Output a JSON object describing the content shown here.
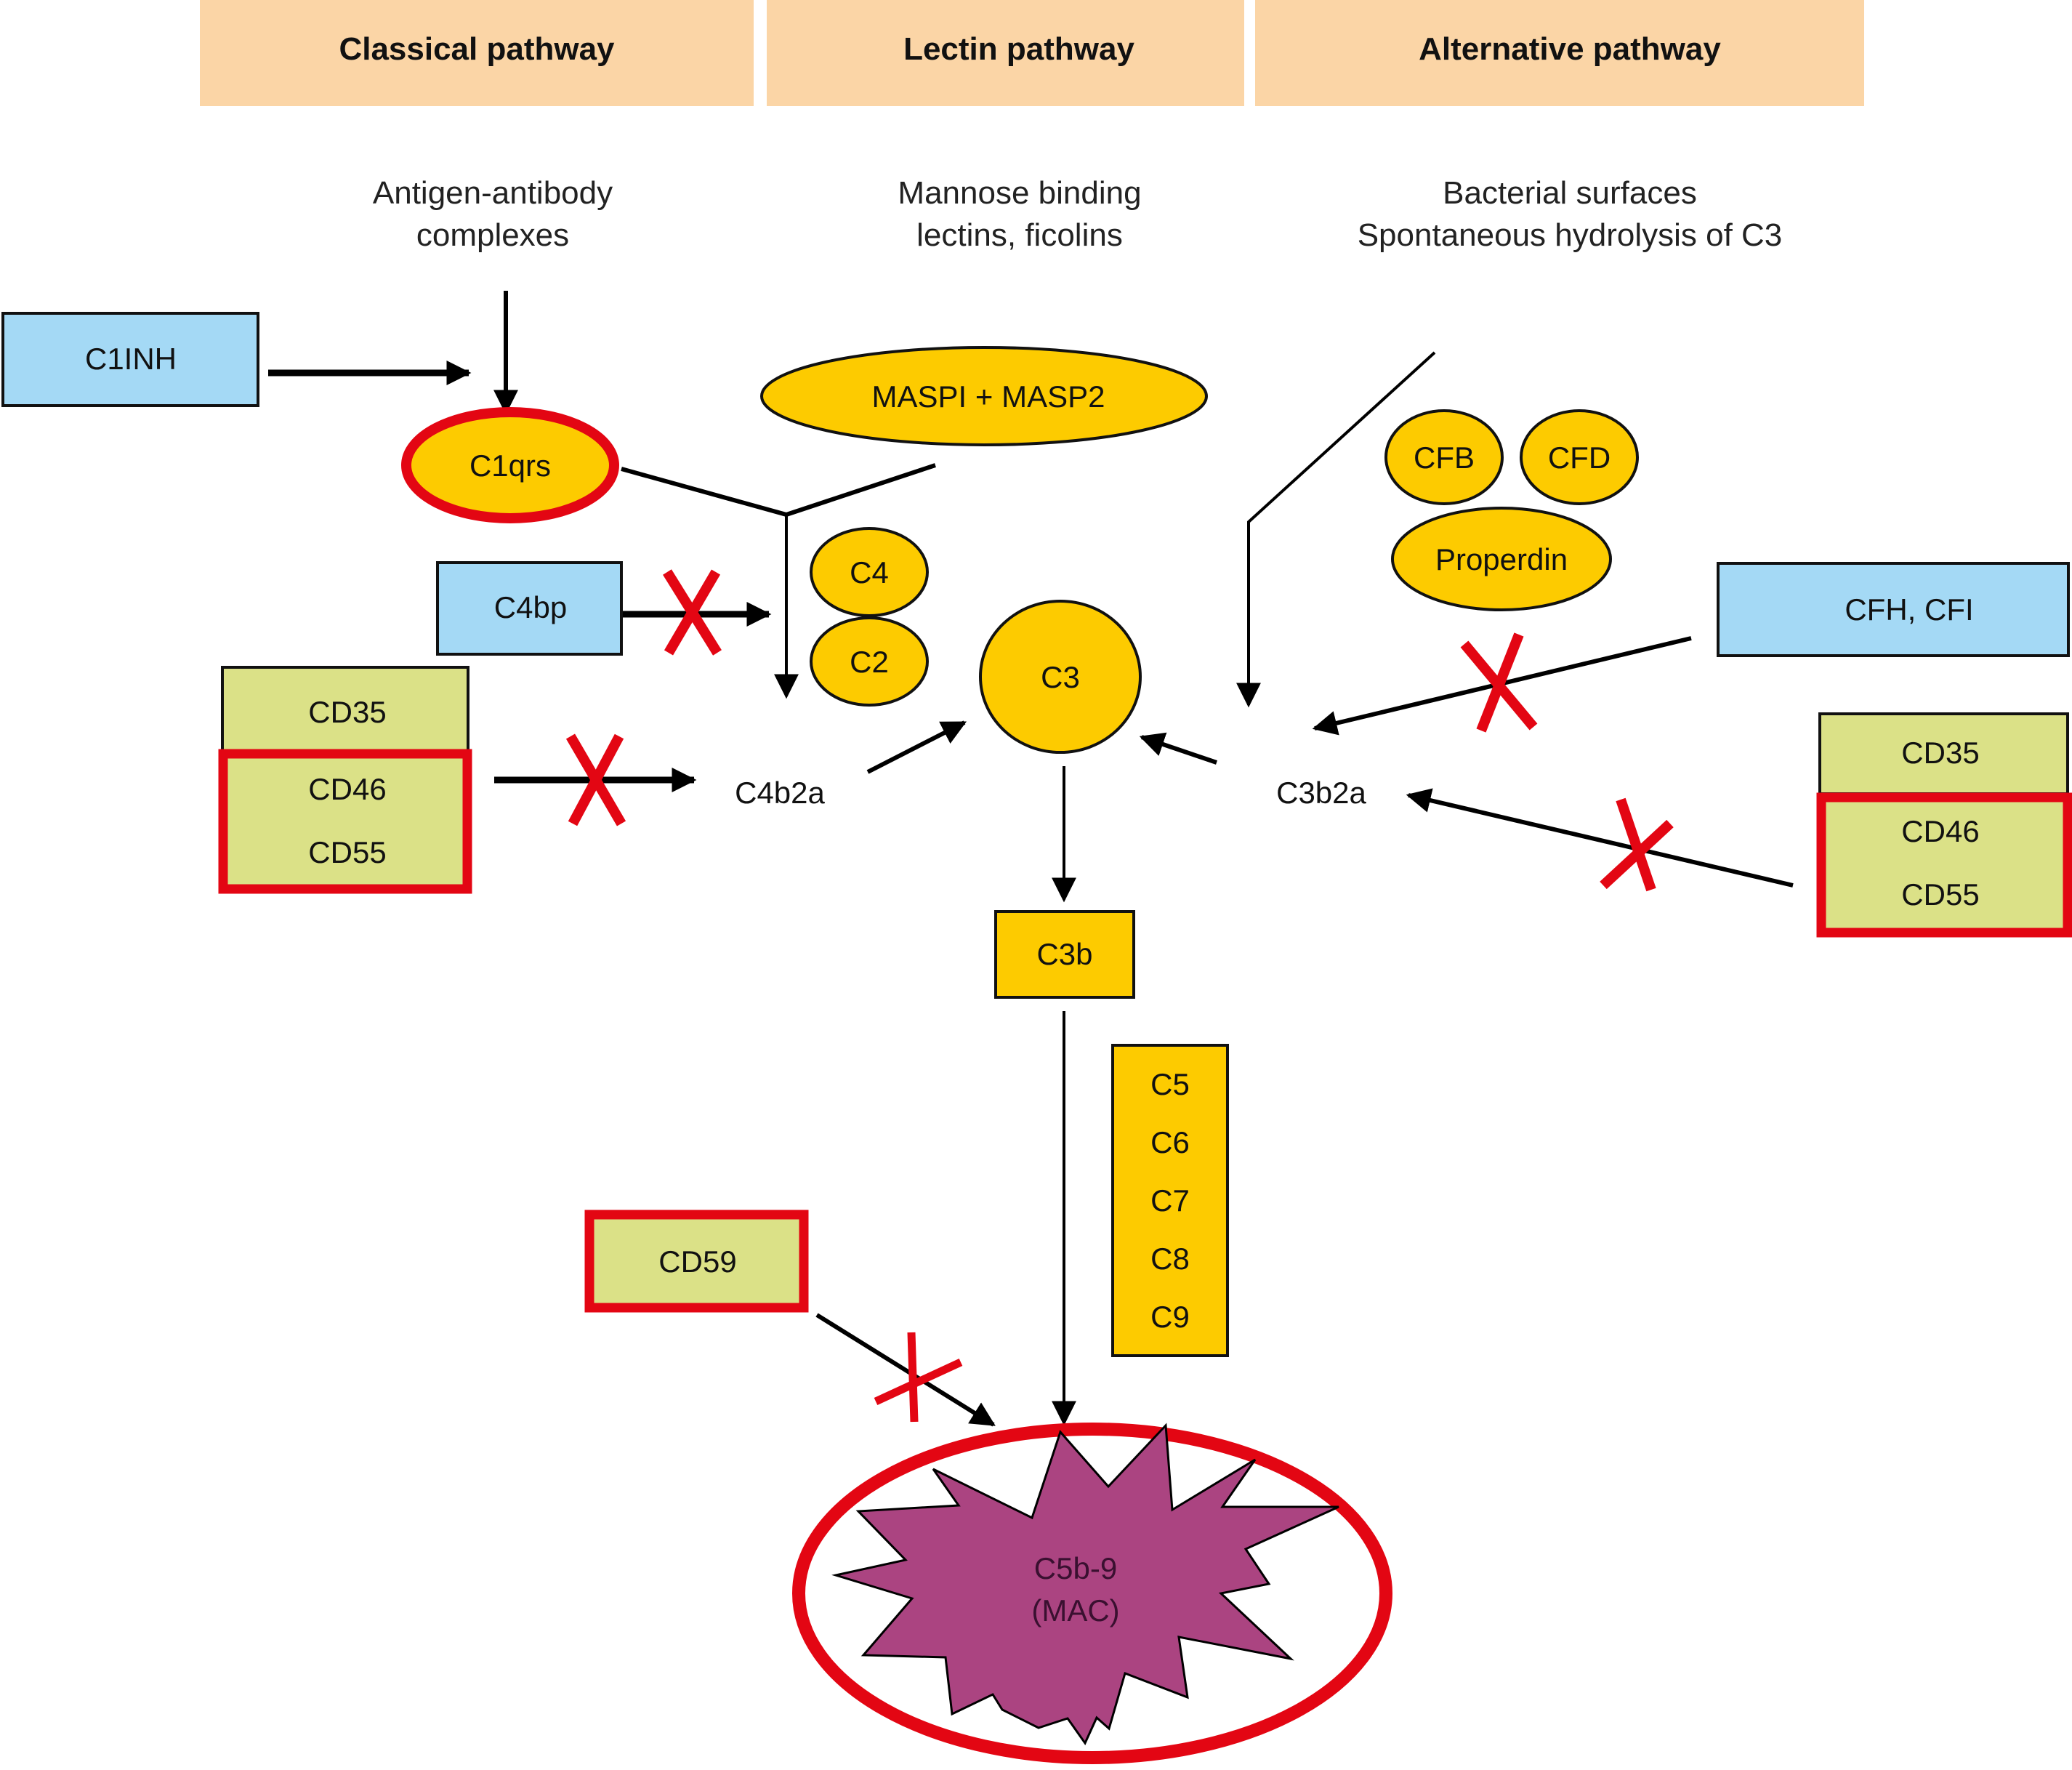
{
  "colors": {
    "header_bg": "#fbd5a6",
    "complement_yellow": "#fdcb00",
    "regulator_blue": "#a4d9f5",
    "membrane_green": "#dbe187",
    "highlight_red": "#e30613",
    "mac_purple": "#ab4481"
  },
  "headers": [
    {
      "label": "Classical pathway"
    },
    {
      "label": "Lectin pathway"
    },
    {
      "label": "Alternative pathway"
    }
  ],
  "triggers": {
    "classical": [
      "Antigen-antibody",
      "complexes"
    ],
    "lectin": [
      "Mannose binding",
      "lectins, ficolins"
    ],
    "alternative": [
      "Bacterial surfaces",
      "Spontaneous hydrolysis of C3"
    ]
  },
  "nodes": {
    "c1inh": "C1INH",
    "c1qrs": "C1qrs",
    "masp": "MASPI + MASP2",
    "c4": "C4",
    "c2": "C2",
    "c4bp": "C4bp",
    "c3": "C3",
    "cfb": "CFB",
    "cfd": "CFD",
    "properdin": "Properdin",
    "cfh_cfi": "CFH, CFI",
    "c4b2a": "C4b2a",
    "c3b2a": "C3b2a",
    "c3b": "C3b",
    "left_cd35": "CD35",
    "left_cd46": "CD46",
    "left_cd55": "CD55",
    "right_cd35": "CD35",
    "right_cd46": "CD46",
    "right_cd55": "CD55",
    "terminal": [
      "C5",
      "C6",
      "C7",
      "C8",
      "C9"
    ],
    "cd59": "CD59",
    "mac": [
      "C5b-9",
      "(MAC)"
    ]
  }
}
